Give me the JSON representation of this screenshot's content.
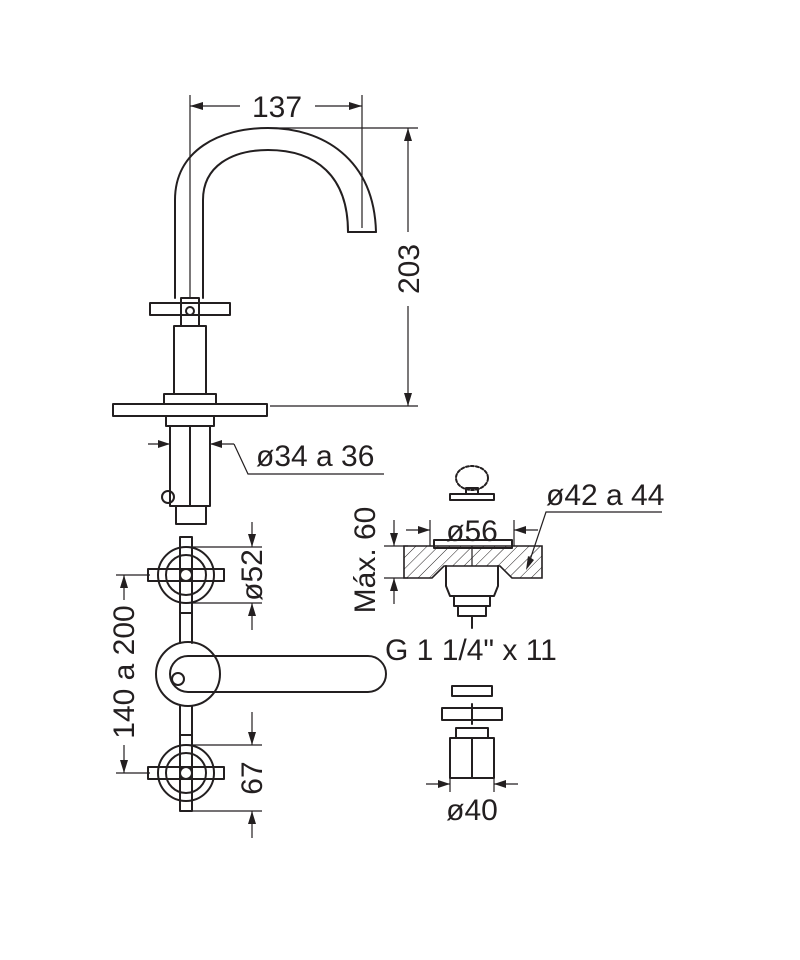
{
  "dimensions": {
    "spout_reach": "137",
    "spout_height": "203",
    "hole_diameter": "ø34 a 36",
    "drain_flange": "ø42 a 44",
    "drain_diameter": "ø56",
    "max_thickness": "Máx. 60",
    "thread": "G 1 1/4\" x 11",
    "valve_center": "140 a 200",
    "handle_diameter": "ø52",
    "handle_projection": "67",
    "cartridge_diameter": "ø40"
  },
  "colors": {
    "line": "#231f20",
    "background": "#ffffff"
  }
}
